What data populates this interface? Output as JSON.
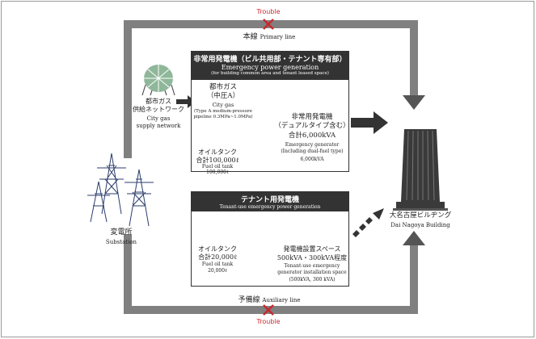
{
  "lines": {
    "primary": {
      "jp": "本線",
      "en": "Primary line",
      "trouble": "Trouble"
    },
    "auxiliary": {
      "jp": "予備線",
      "en": "Auxiliary line",
      "trouble": "Trouble"
    }
  },
  "substation": {
    "jp": "変電所",
    "en": "Substation"
  },
  "gas_network": {
    "jp": [
      "都市ガス",
      "供給ネットワーク"
    ],
    "en": [
      "City gas",
      "supply network"
    ]
  },
  "emergency_box": {
    "title_jp": "非常用発電機（ビル共用部・テナント専有部）",
    "title_en": "Emergency power generation",
    "subtitle_en": "(for building common area and tenant leased space)",
    "city_gas": {
      "jp": [
        "都市ガス",
        "（中圧A）"
      ],
      "en": [
        "City gas",
        "(Type A medium-pressure",
        "pipeline 0.3MPa~1.0MPa)"
      ]
    },
    "oil_tank": {
      "jp": [
        "オイルタンク",
        "合計100,000ℓ"
      ],
      "en": [
        "Fuel oil tank",
        "100,000ℓ"
      ]
    },
    "generator": {
      "jp": [
        "非常用発電機",
        "（デュアルタイプ含む）",
        "合計6,000kVA"
      ],
      "en": [
        "Emergency generator",
        "(Including dual-fuel type)",
        "6,000kVA"
      ]
    }
  },
  "tenant_box": {
    "title_jp": "テナント用発電機",
    "title_en": "Tenant-use emergency power generation",
    "oil_tank": {
      "jp": [
        "オイルタンク",
        "合計20,000ℓ"
      ],
      "en": [
        "Fuel oil tank",
        "20,000ℓ"
      ]
    },
    "space": {
      "jp": [
        "発電機設置スペース",
        "500kVA・300kVA程度"
      ],
      "en": [
        "Tenant-use emergency",
        "generator installation space",
        "(500kVA, 300 kVA)"
      ]
    }
  },
  "building": {
    "jp": "大名古屋ビルヂング",
    "en": "Dai Nagoya Building"
  },
  "colors": {
    "line_gray": "#808080",
    "arrow_dark": "#333333",
    "trouble_red": "#c8282d",
    "generator_orange": "#e9a43a",
    "tank_green": "#8fb79a"
  }
}
